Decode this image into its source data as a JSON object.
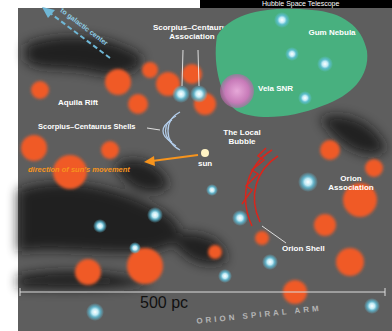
{
  "diagram": {
    "nodes": [
      {
        "text": [
          "Gum Nebula"
        ]
      },
      {
        "text": [
          "Vela SNR"
        ],
        "in": 0
      }
    ],
    "edges": [],
    "labels": [
      "Hubble Space Telescope",
      "to galactic center",
      "Scorpius–Centaurus Association",
      "Aquila Rift",
      "Scorpius–Centaurus Shells",
      "sun",
      "direction of sun's movement",
      "The Local Bubble",
      "Orion Association",
      "Orion Shell",
      "500 pc",
      "ORION SPIRAL ARM"
    ]
  }
}
